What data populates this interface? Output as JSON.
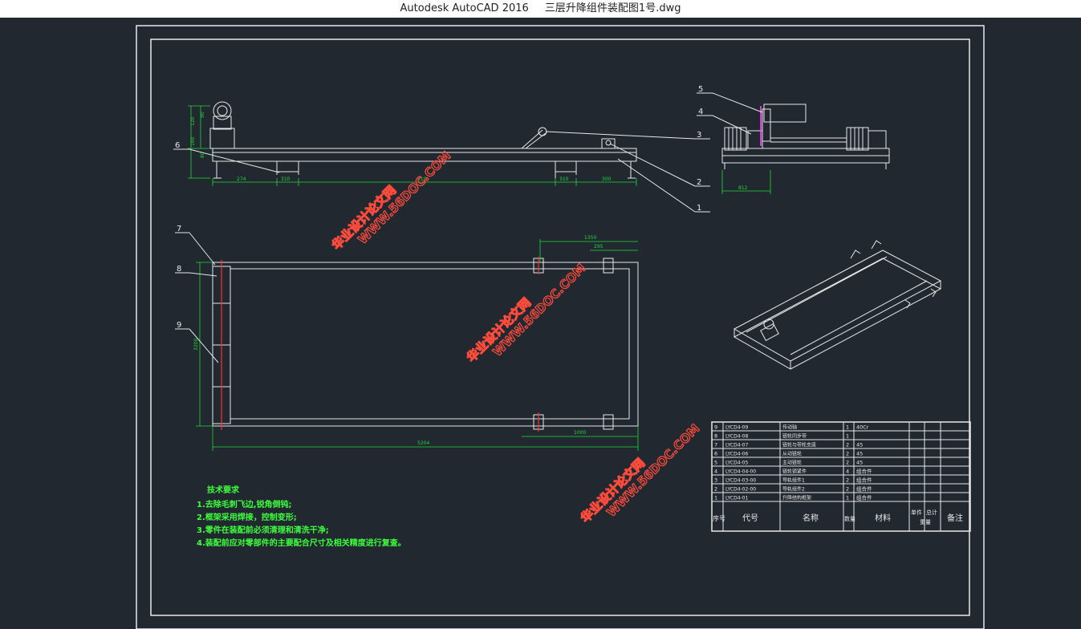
{
  "window": {
    "app_name": "Autodesk AutoCAD 2016",
    "file_name": "三层升降组件装配图1号.dwg"
  },
  "colors": {
    "background": "#212830",
    "line": "#e8e8e8",
    "dimension": "#22d83a",
    "watermark": "#ff4b3c"
  },
  "leaders": {
    "front": [
      "6",
      "3",
      "2",
      "1"
    ],
    "side": [
      "5",
      "4"
    ],
    "top": [
      "7",
      "8",
      "9"
    ]
  },
  "dimensions": {
    "front": [
      "274",
      "310",
      "310",
      "310",
      "300",
      "120",
      "90",
      "160",
      "80"
    ],
    "side": [
      "812"
    ],
    "top": [
      "1350",
      "295",
      "1000",
      "3200",
      "5204"
    ]
  },
  "tech_requirements": {
    "title": "技术要求",
    "items": [
      "1.去除毛刺飞边,锐角倒钝;",
      "2.框架采用焊接，控制变形;",
      "3.零件在装配前必须清理和清洗干净;",
      "4.装配前应对零部件的主要配合尺寸及相关精度进行复查。"
    ]
  },
  "bom": {
    "rows": [
      {
        "no": "9",
        "code": "LYCD4-09",
        "name": "传动轴",
        "qty": "1",
        "material": "40Cr"
      },
      {
        "no": "8",
        "code": "LYCD4-08",
        "name": "链轮同步带",
        "qty": "1",
        "material": ""
      },
      {
        "no": "7",
        "code": "LYCD4-07",
        "name": "链轮与带轮支座",
        "qty": "2",
        "material": "45"
      },
      {
        "no": "6",
        "code": "LYCD4-06",
        "name": "从动链轮",
        "qty": "2",
        "material": "45"
      },
      {
        "no": "5",
        "code": "LYCD4-05",
        "name": "主动链轮",
        "qty": "2",
        "material": "45"
      },
      {
        "no": "4",
        "code": "LYCD4-04-00",
        "name": "链轮锁紧件",
        "qty": "4",
        "material": "组合件"
      },
      {
        "no": "3",
        "code": "LYCD4-03-00",
        "name": "导轨组件1",
        "qty": "2",
        "material": "组合件"
      },
      {
        "no": "2",
        "code": "LYCD4-02-00",
        "name": "导轨组件2",
        "qty": "2",
        "material": "组合件"
      },
      {
        "no": "1",
        "code": "LYCD4-01",
        "name": "升降结构框架",
        "qty": "1",
        "material": "组合件"
      }
    ],
    "header": {
      "no": "序号",
      "code": "代号",
      "name": "名称",
      "qty": "数量",
      "material": "材料",
      "single": "单件",
      "total": "总计",
      "weight": "重量",
      "remark": "备注"
    }
  },
  "watermarks": [
    {
      "line1": "华业设计论文网",
      "line2": "WWW.56DOC.COM"
    },
    {
      "line1": "华业设计论文网",
      "line2": "WWW.56DOC.COM"
    },
    {
      "line1": "华业设计论文网",
      "line2": "WWW.56DOC.COM"
    }
  ]
}
